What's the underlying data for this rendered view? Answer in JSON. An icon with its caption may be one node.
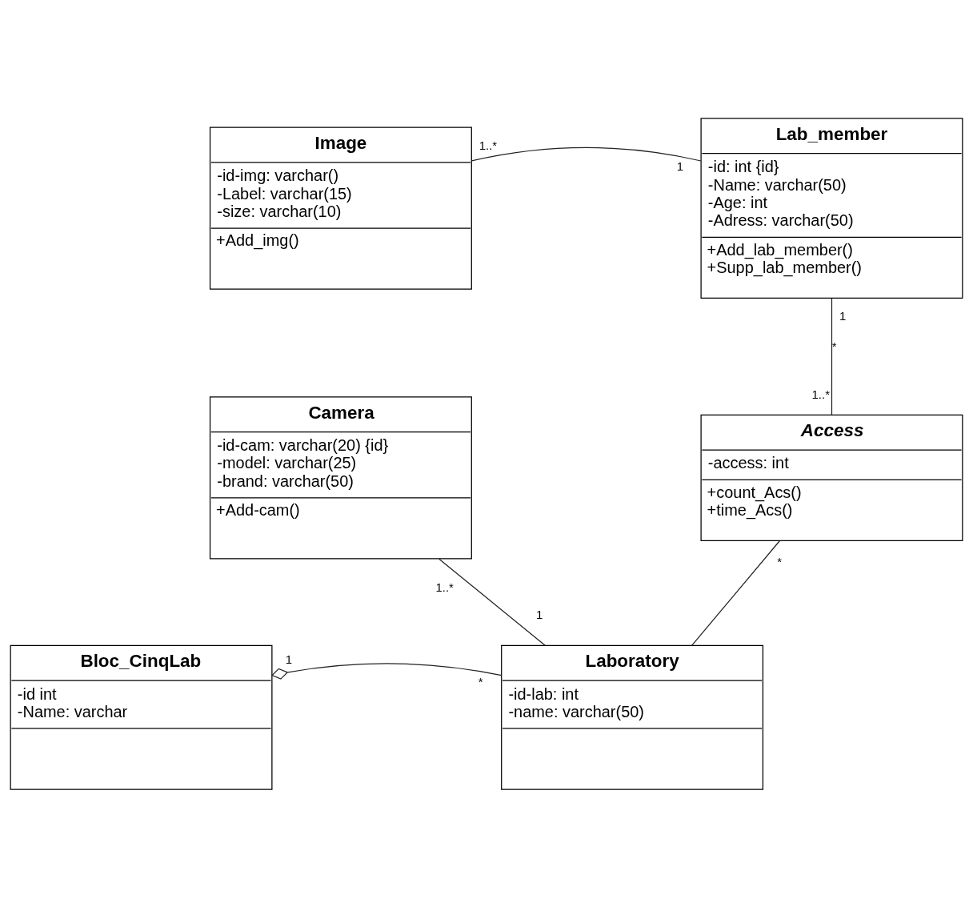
{
  "diagram": {
    "nodes": [
      {
        "text": [
          "Image",
          "-id-img: varchar()",
          "-Label: varchar(15)",
          "-size: varchar(10)",
          "+Add_img()"
        ]
      },
      {
        "text": [
          "Lab_member",
          "-id: int {id}",
          "-Name: varchar(50)",
          "-Age: int",
          "-Adress: varchar(50)",
          "+Add_lab_member()",
          "+Supp_lab_member()"
        ]
      },
      {
        "text": [
          "Camera",
          "-id-cam: varchar(20) {id}",
          "-model: varchar(25)",
          "-brand: varchar(50)",
          "+Add-cam()"
        ]
      },
      {
        "text": [
          "Access",
          "-access: int",
          "+count_Acs()",
          "+time_Acs()"
        ]
      },
      {
        "text": [
          "Bloc_CinqLab",
          "-id int",
          "-Name: varchar"
        ]
      },
      {
        "text": [
          "Laboratory",
          "-id-lab: int",
          "-name: varchar(50)"
        ]
      }
    ],
    "edges": [
      {
        "from": 0,
        "to": 1,
        "arrow": "none"
      },
      {
        "from": 1,
        "to": 3,
        "arrow": "none"
      },
      {
        "from": 3,
        "to": 5,
        "arrow": "none"
      },
      {
        "from": 2,
        "to": 5,
        "arrow": "none"
      },
      {
        "from": 5,
        "to": 4,
        "arrow": "other"
      }
    ],
    "labels": [
      "1..*",
      "1",
      "1",
      "1..*",
      "*",
      "1..*",
      "*",
      "1",
      "1",
      "*"
    ]
  }
}
